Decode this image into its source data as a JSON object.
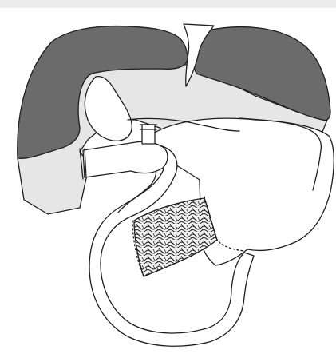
{
  "colors": {
    "liver_dark": "#6b6b6b",
    "liver_light": "#e6e6e6",
    "outline": "#1e1e1e",
    "mesh_fill": "#f2f2f2",
    "background": "#ffffff",
    "top_band": "#ececec"
  },
  "structures": [
    "liver-right-lobe-dark",
    "liver-left-lobe-dark",
    "liver-undersurface-light",
    "falciform-ligament",
    "gallbladder",
    "hepatic-duct",
    "portal-vessel-stump",
    "duodenum-limb",
    "small-bowel-loop",
    "stomach",
    "mesh-patch"
  ]
}
